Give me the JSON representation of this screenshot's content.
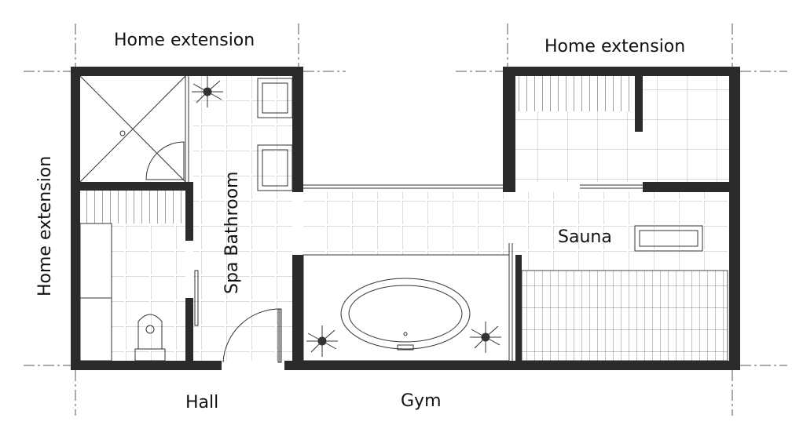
{
  "labels": {
    "home_extension_top_left": "Home extension",
    "home_extension_top_right": "Home extension",
    "home_extension_left": "Home extension",
    "spa_bathroom": "Spa Bathroom",
    "sauna": "Sauna",
    "hall": "Hall",
    "gym": "Gym"
  },
  "colors": {
    "wall": "#2b2b2b",
    "tile_line": "#bdbdbd"
  }
}
